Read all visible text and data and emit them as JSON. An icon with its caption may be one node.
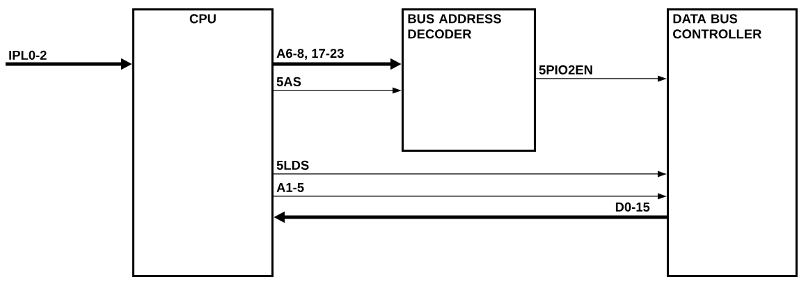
{
  "diagram": {
    "nodes": [
      {
        "text": [
          "CPU"
        ]
      },
      {
        "text": [
          "BUS ADDRESS DECODER"
        ]
      },
      {
        "text": [
          "DATA BUS CONTROLLER"
        ]
      }
    ],
    "edges": [
      {
        "from": null,
        "to": 0,
        "arrow": "to",
        "label": "IPL0-2",
        "style": "thick"
      },
      {
        "from": 0,
        "to": 1,
        "arrow": "to",
        "label": "A6-8, 17-23",
        "style": "thick"
      },
      {
        "from": 0,
        "to": 1,
        "arrow": "to",
        "label": "5AS"
      },
      {
        "from": 1,
        "to": 2,
        "arrow": "to",
        "label": "5PIO2EN"
      },
      {
        "from": 0,
        "to": 2,
        "arrow": "to",
        "label": "5LDS"
      },
      {
        "from": 0,
        "to": 2,
        "arrow": "to",
        "label": "A1-5"
      },
      {
        "from": 2,
        "to": 0,
        "arrow": "to",
        "label": "D0-15",
        "style": "thick"
      }
    ]
  }
}
